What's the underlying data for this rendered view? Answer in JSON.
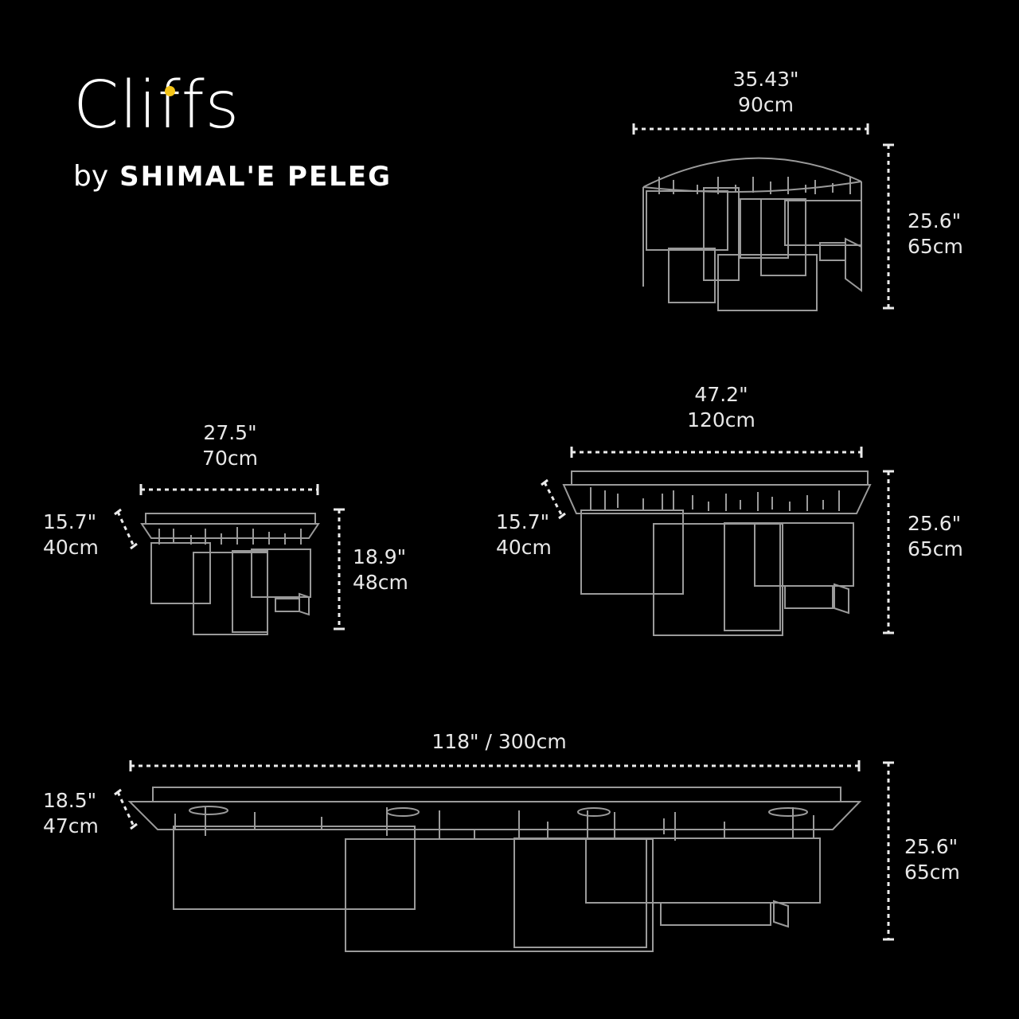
{
  "brand": {
    "title": "Cliffs",
    "by": "by",
    "designer": "SHIMAL'E PELEG",
    "accent_color": "#f5c518"
  },
  "fixtures": {
    "round_90": {
      "width_in": "35.43\"",
      "width_cm": "90cm",
      "height_in": "25.6\"",
      "height_cm": "65cm"
    },
    "rect_70": {
      "width_in": "27.5\"",
      "width_cm": "70cm",
      "depth_in": "15.7\"",
      "depth_cm": "40cm",
      "height_in": "18.9\"",
      "height_cm": "48cm"
    },
    "rect_120": {
      "width_in": "47.2\"",
      "width_cm": "120cm",
      "depth_in": "15.7\"",
      "depth_cm": "40cm",
      "height_in": "25.6\"",
      "height_cm": "65cm"
    },
    "rect_300": {
      "width": "118\" / 300cm",
      "depth_in": "18.5\"",
      "depth_cm": "47cm",
      "height_in": "25.6\"",
      "height_cm": "65cm"
    }
  }
}
